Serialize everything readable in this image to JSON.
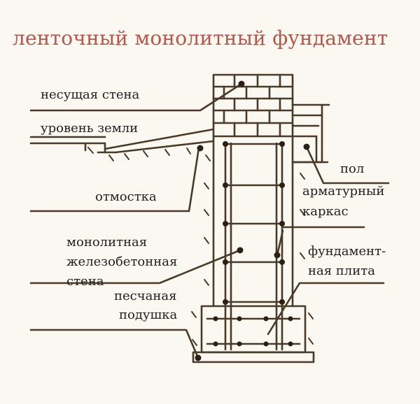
{
  "title": "ленточный монолитный фундамент",
  "labels": {
    "wall": "несущая стена",
    "ground": "уровень земли",
    "blind_area": "отмостка",
    "concrete_wall_1": "монолитная",
    "concrete_wall_2": "железобетонная",
    "concrete_wall_3": "стена",
    "sand_1": "песчаная",
    "sand_2": "подушка",
    "floor": "пол",
    "frame_1": "арматурный",
    "frame_2": "каркас",
    "slab_1": "фундамент-",
    "slab_2": "ная плита"
  },
  "colors": {
    "ink": "#4a3a28",
    "title": "#b4574a",
    "background": "#fbf8f2"
  }
}
